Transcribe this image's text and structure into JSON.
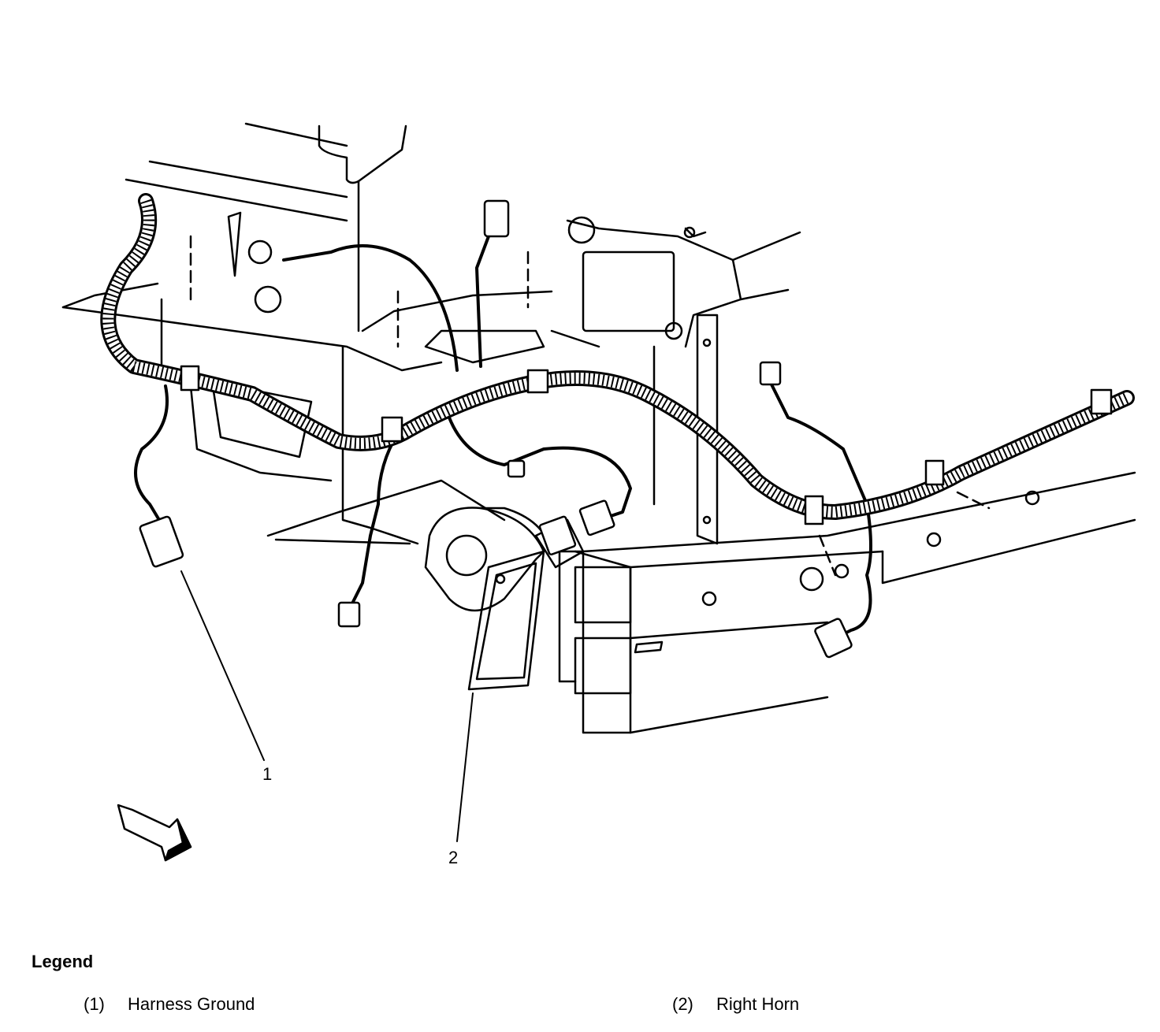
{
  "callouts": [
    {
      "label": "1"
    },
    {
      "label": "2"
    }
  ],
  "legend": {
    "title": "Legend",
    "items": [
      {
        "number": "(1)",
        "label": "Harness Ground"
      },
      {
        "number": "(2)",
        "label": "Right Horn"
      }
    ]
  },
  "colors": {
    "ink": "#000000",
    "background": "#ffffff"
  }
}
